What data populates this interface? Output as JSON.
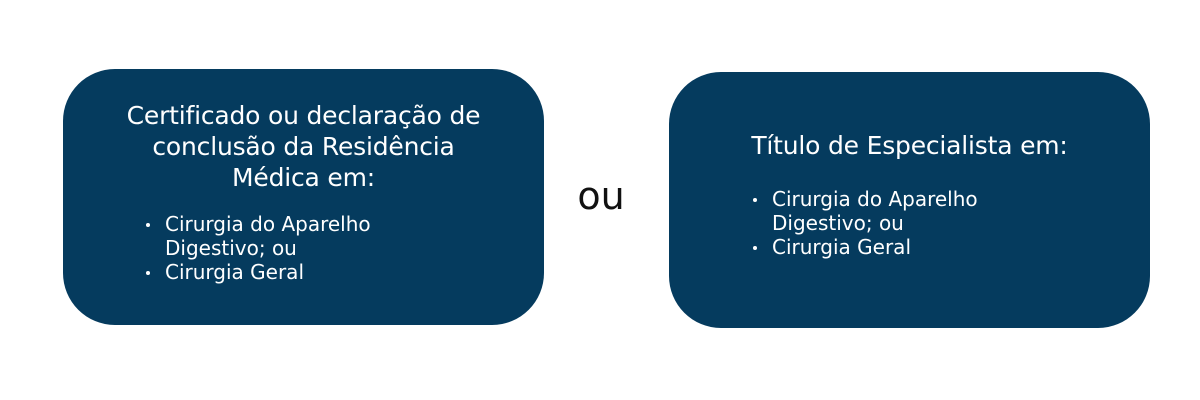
{
  "colors": {
    "box_fill": "#053b5e",
    "box_text": "#ffffff",
    "connector_text": "#111111",
    "background": "#ffffff"
  },
  "left_box": {
    "title_lines": [
      "Certificado ou declaração de",
      "conclusão da Residência",
      "Médica em:"
    ],
    "items": [
      {
        "lines": [
          "Cirurgia do Aparelho",
          "Digestivo; ou"
        ]
      },
      {
        "lines": [
          "Cirurgia Geral"
        ]
      }
    ]
  },
  "connector": {
    "label": "ou"
  },
  "right_box": {
    "title_lines": [
      "Título de Especialista em:"
    ],
    "items": [
      {
        "lines": [
          "Cirurgia do Aparelho",
          "Digestivo; ou"
        ]
      },
      {
        "lines": [
          "Cirurgia Geral"
        ]
      }
    ]
  }
}
